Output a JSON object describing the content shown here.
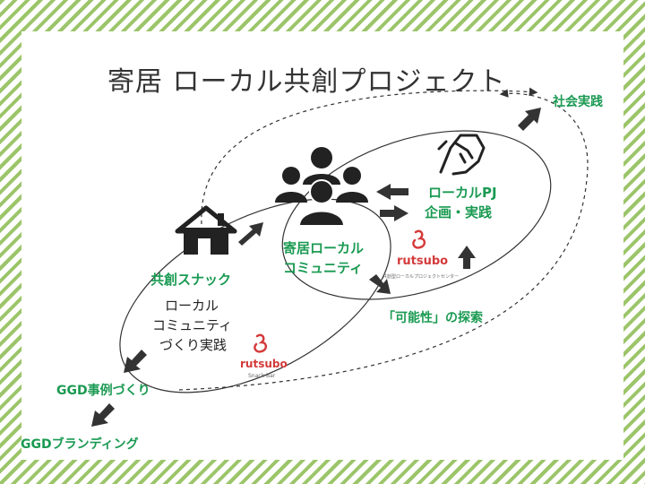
{
  "title": "寄居 ローカル共創プロジェクト",
  "nodes": {
    "shakai_jissen": "社会実践",
    "local_pj_line1": "ローカルPJ",
    "local_pj_line2": "企画・実践",
    "yorii_line1": "寄居ローカル",
    "yorii_line2": "コミュニティ",
    "kyoso_snack": "共創スナック",
    "local_line1": "ローカル",
    "local_line2": "コミュニティ",
    "local_line3": "づくり実践",
    "kanosei": "「可能性」の探索",
    "ggd_jirei": "GGD事例づくり",
    "ggd_branding": "GGDブランディング"
  },
  "logos": {
    "rutsubo_center_name": "rutsubo",
    "rutsubo_center_sub": "共創型ローカルプロジェクトセンター",
    "rutsubo_snack_name": "rutsubo",
    "rutsubo_snack_sub": "Snack Bar"
  },
  "icons": [
    "house-icon",
    "people-group-icon",
    "handshake-icon",
    "rutsubo-logo-icon"
  ],
  "colors": {
    "accent_green": "#1a9a52",
    "stripe_green": "#9cc56a",
    "arrow": "#333333",
    "logo_red": "#d43a3a"
  }
}
